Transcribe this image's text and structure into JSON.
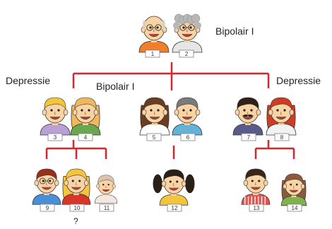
{
  "labels": {
    "grandparents": "Bipolair I",
    "left_couple": "Depressie",
    "middle_couple": "Bipolair I",
    "right_couple": "Depressie",
    "unknown_child": "?"
  },
  "people": [
    {
      "id": "1",
      "role": "grandfather",
      "icon": "old-man-face"
    },
    {
      "id": "2",
      "role": "grandmother",
      "icon": "old-woman-face"
    },
    {
      "id": "3",
      "role": "man",
      "icon": "man-face"
    },
    {
      "id": "4",
      "role": "woman",
      "icon": "woman-face"
    },
    {
      "id": "5",
      "role": "woman",
      "icon": "woman-face"
    },
    {
      "id": "6",
      "role": "man",
      "icon": "man-face"
    },
    {
      "id": "7",
      "role": "man",
      "icon": "mustache-man-face"
    },
    {
      "id": "8",
      "role": "woman",
      "icon": "woman-face"
    },
    {
      "id": "9",
      "role": "boy",
      "icon": "boy-face"
    },
    {
      "id": "10",
      "role": "girl",
      "icon": "girl-face"
    },
    {
      "id": "11",
      "role": "baby",
      "icon": "baby-face"
    },
    {
      "id": "12",
      "role": "girl",
      "icon": "girl-face"
    },
    {
      "id": "13",
      "role": "boy",
      "icon": "boy-face"
    },
    {
      "id": "14",
      "role": "girl",
      "icon": "girl-face"
    }
  ],
  "colors": {
    "connector": "#d9252b",
    "skin": "#f8d3a4",
    "number_box_border": "#7f7f7f"
  }
}
